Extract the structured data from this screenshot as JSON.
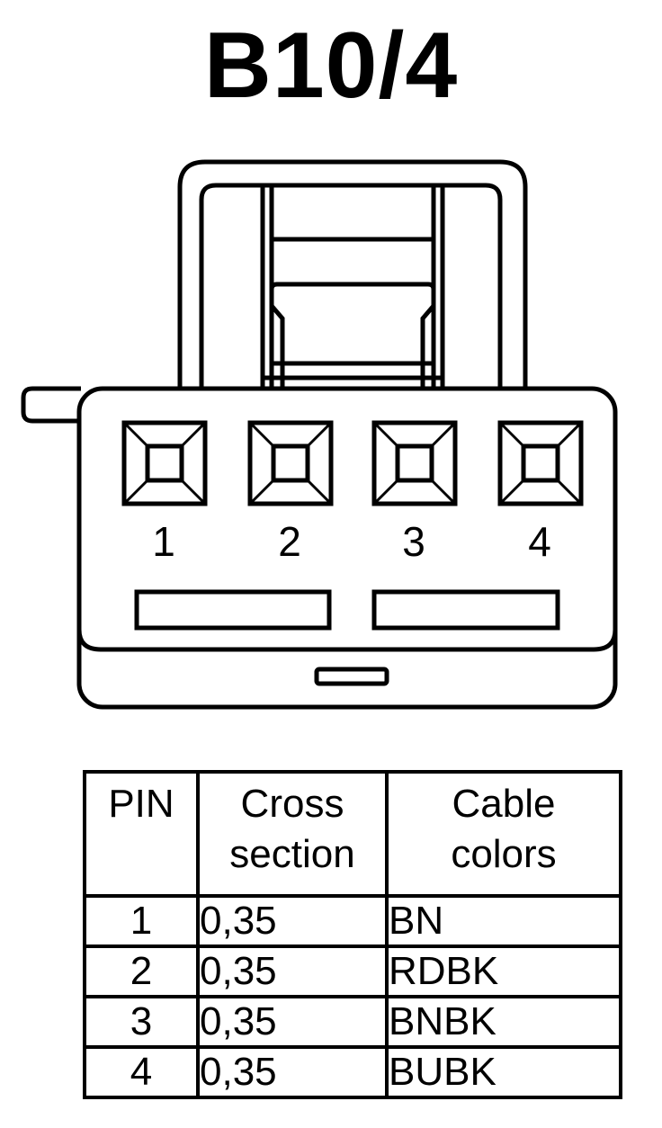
{
  "title": "B10/4",
  "connector": {
    "pins": [
      "1",
      "2",
      "3",
      "4"
    ]
  },
  "table": {
    "headers": {
      "pin": "PIN",
      "cross_line1": "Cross",
      "cross_line2": "section",
      "color_line1": "Cable",
      "color_line2": "colors"
    },
    "rows": [
      {
        "pin": "1",
        "cross": "0,35",
        "color": "BN"
      },
      {
        "pin": "2",
        "cross": "0,35",
        "color": "RDBK"
      },
      {
        "pin": "3",
        "cross": "0,35",
        "color": "BNBK"
      },
      {
        "pin": "4",
        "cross": "0,35",
        "color": "BUBK"
      }
    ]
  }
}
